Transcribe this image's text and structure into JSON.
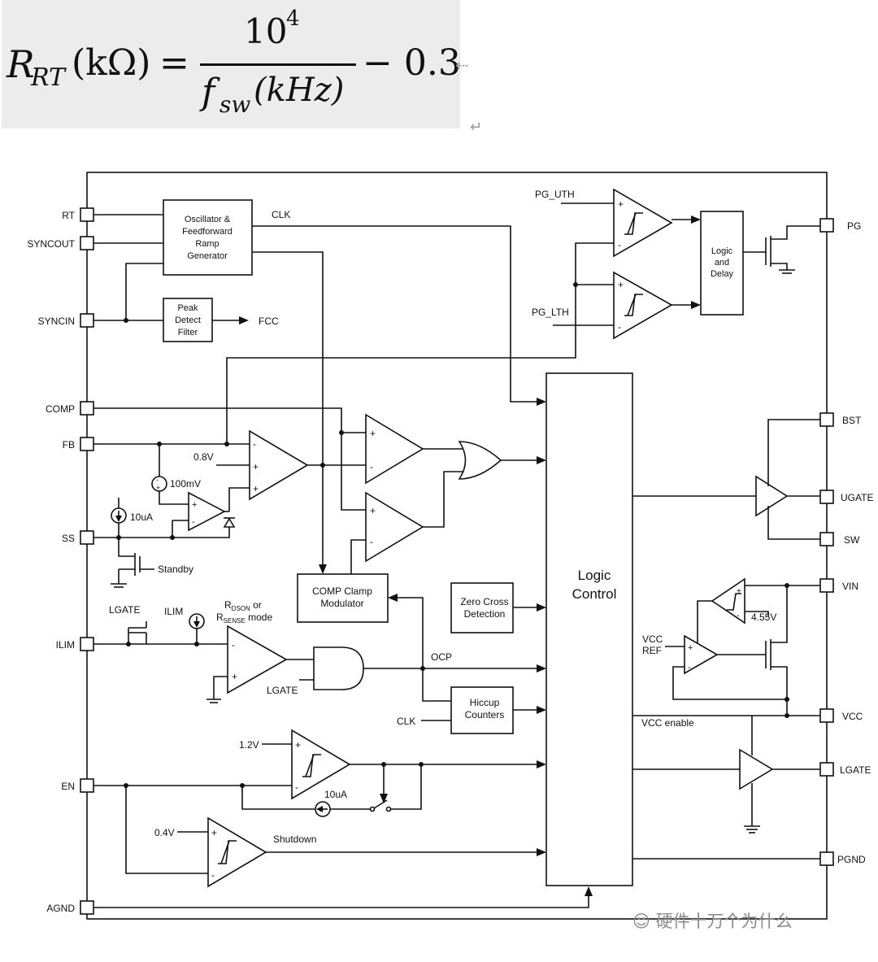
{
  "formula": {
    "lhs_symbol": "R",
    "lhs_sub": "RT",
    "lhs_unit": "(kΩ)",
    "equals": "=",
    "numerator_base": "10",
    "numerator_exp": "4",
    "denominator_symbol": "f",
    "denominator_sub": "sw",
    "denominator_unit": "(kHz)",
    "minus": "− 0.3",
    "return_mark": "↵"
  },
  "pins": {
    "rt": "RT",
    "syncout": "SYNCOUT",
    "syncin": "SYNCIN",
    "comp": "COMP",
    "fb": "FB",
    "ss": "SS",
    "ilim": "ILIM",
    "en": "EN",
    "agnd": "AGND",
    "pg": "PG",
    "bst": "BST",
    "ugate": "UGATE",
    "sw": "SW",
    "vin": "VIN",
    "vcc": "VCC",
    "lgate": "LGATE",
    "pgnd": "PGND"
  },
  "blocks": {
    "oscillator": [
      "Oscillator &",
      "Feedforward",
      "Ramp",
      "Generator"
    ],
    "peak_detect": [
      "Peak",
      "Detect",
      "Filter"
    ],
    "logic_delay": [
      "Logic",
      "and",
      "Delay"
    ],
    "logic_control": [
      "Logic",
      "Control"
    ],
    "comp_clamp": [
      "COMP Clamp",
      "Modulator"
    ],
    "zero_cross": [
      "Zero Cross",
      "Detection"
    ],
    "hiccup": [
      "Hiccup",
      "Counters"
    ]
  },
  "labels": {
    "clk_top": "CLK",
    "fcc": "FCC",
    "pg_uth": "PG_UTH",
    "pg_lth": "PG_LTH",
    "v08": "0.8V",
    "mv100": "100mV",
    "ua10_ss": "10uA",
    "standby": "Standby",
    "lgate_sw": "LGATE",
    "ilim_src": "ILIM",
    "rdson_main": "R",
    "rdson_sub": "DSON",
    "rdson_tail": " or",
    "rsense_main": "R",
    "rsense_sub": "SENSE",
    "rsense_tail": " mode",
    "lgate_and": "LGATE",
    "ocp": "OCP",
    "clk_hiccup": "CLK",
    "v12": "1.2V",
    "ua10_en": "10uA",
    "v04": "0.4V",
    "shutdown": "Shutdown",
    "v455": "4.55V",
    "vcc_ref_1": "VCC",
    "vcc_ref_2": "REF",
    "vcc_enable": "VCC enable",
    "plus": "+",
    "minus": "-"
  },
  "watermark": "硬件十万个为什么"
}
